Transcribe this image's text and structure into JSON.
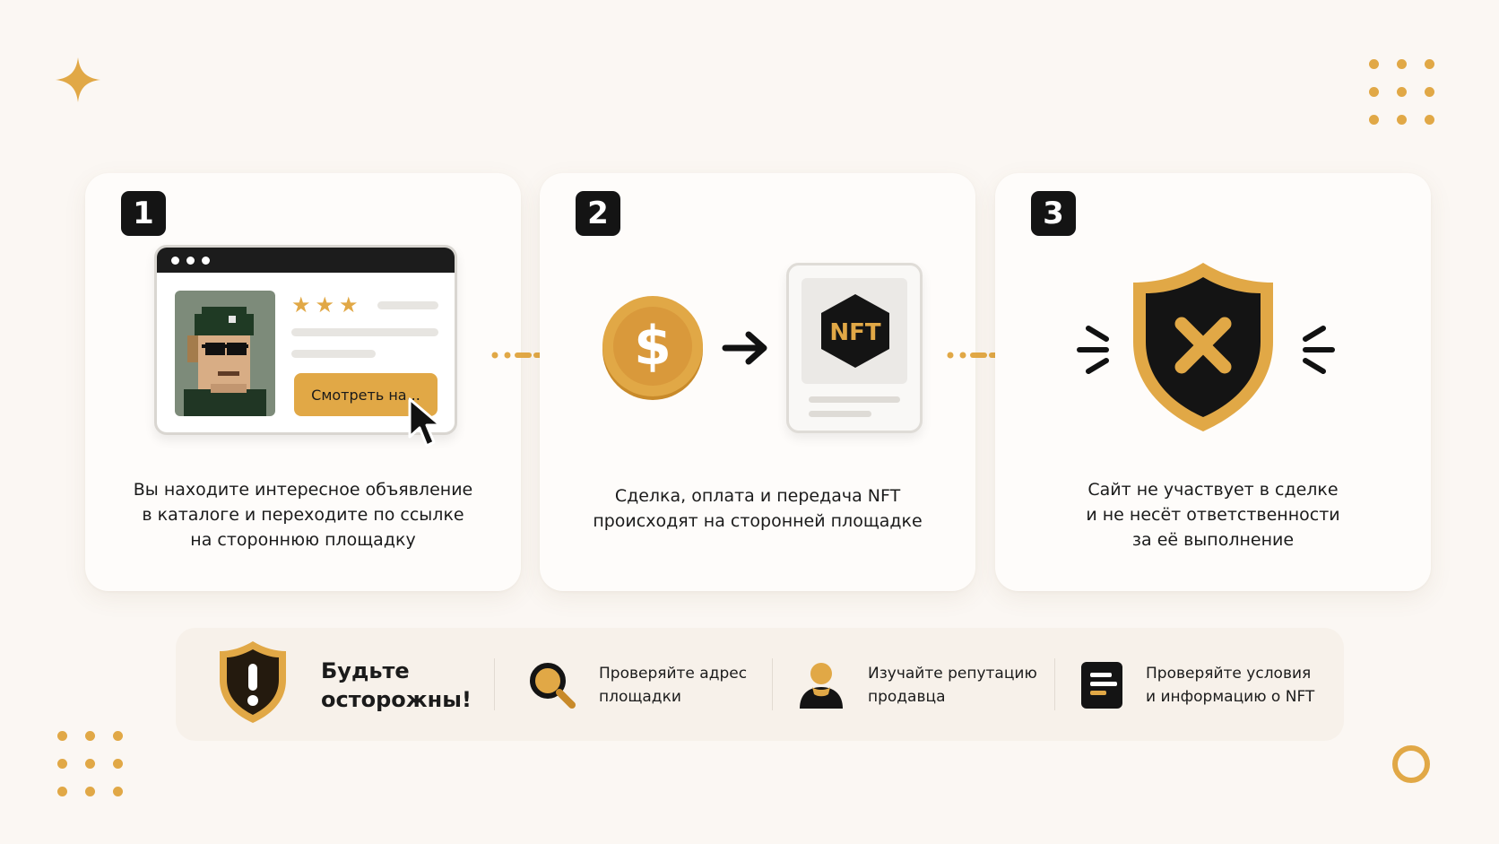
{
  "colors": {
    "accent": "#e1a846",
    "dark": "#141414",
    "background": "#fbf7f3"
  },
  "steps": [
    {
      "number": "1",
      "button_label": "Смотреть на...",
      "text_lines": [
        "Вы находите интересное объявление",
        "в каталоге и переходите по ссылке",
        "на стороннюю площадку"
      ],
      "icons": [
        "browser-window-icon",
        "pixel-avatar-icon",
        "star-icon",
        "cursor-icon"
      ]
    },
    {
      "number": "2",
      "nft_label": "NFT",
      "text_lines": [
        "Сделка, оплата и передача NFT",
        "происходят на сторонней площадке"
      ],
      "icons": [
        "dollar-coin-icon",
        "arrow-right-icon",
        "nft-document-icon"
      ]
    },
    {
      "number": "3",
      "text_lines": [
        "Сайт не участвует в сделке",
        "и не несёт ответственности",
        "за её выполнение"
      ],
      "icons": [
        "shield-x-icon"
      ]
    }
  ],
  "tips": {
    "caution_lines": [
      "Будьте",
      "осторожны!"
    ],
    "items": [
      {
        "icon": "magnifier-icon",
        "lines": [
          "Проверяйте адрес",
          "площадки"
        ]
      },
      {
        "icon": "user-icon",
        "lines": [
          "Изучайте репутацию",
          "продавца"
        ]
      },
      {
        "icon": "document-list-icon",
        "lines": [
          "Проверяйте условия",
          "и информацию о NFT"
        ]
      }
    ]
  }
}
